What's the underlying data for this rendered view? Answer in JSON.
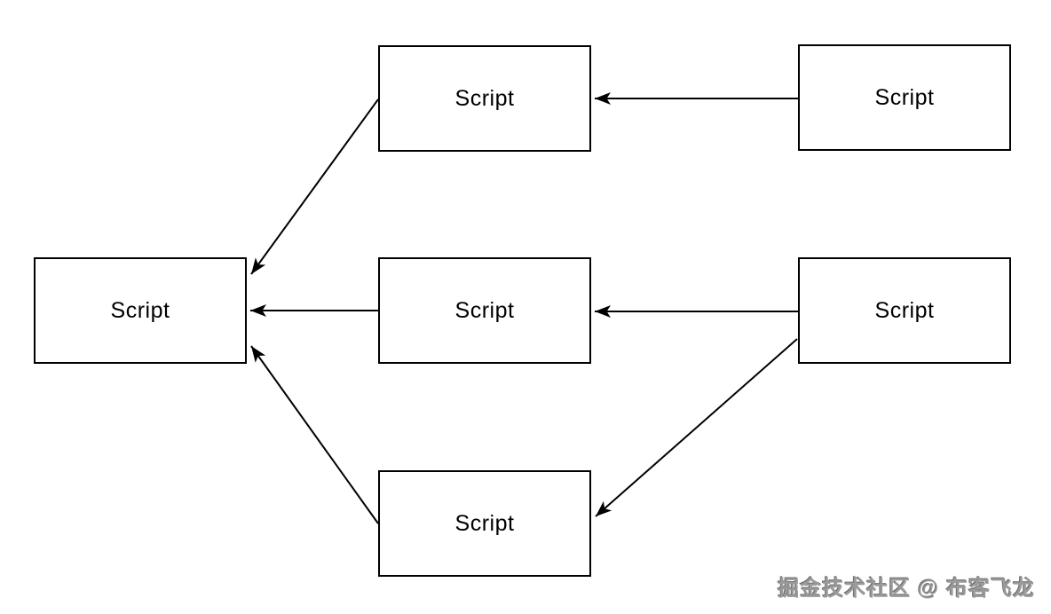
{
  "diagram": {
    "type": "flowchart",
    "background": "#ffffff",
    "colors": {
      "node_fill": "#ffffff",
      "node_border": "#000000",
      "arrow": "#000000",
      "watermark": "#9a9a9a"
    },
    "nodes": [
      {
        "id": "left",
        "label": "Script"
      },
      {
        "id": "top-middle",
        "label": "Script"
      },
      {
        "id": "top-right",
        "label": "Script"
      },
      {
        "id": "middle",
        "label": "Script"
      },
      {
        "id": "right",
        "label": "Script"
      },
      {
        "id": "bottom-middle",
        "label": "Script"
      }
    ],
    "edges": [
      {
        "from": "top-right",
        "to": "top-middle",
        "direction": "left"
      },
      {
        "from": "top-middle",
        "to": "left",
        "direction": "down-left"
      },
      {
        "from": "middle",
        "to": "left",
        "direction": "left"
      },
      {
        "from": "right",
        "to": "middle",
        "direction": "left"
      },
      {
        "from": "right",
        "to": "bottom-middle",
        "direction": "down-left"
      },
      {
        "from": "bottom-middle",
        "to": "left",
        "direction": "up-left"
      }
    ]
  },
  "watermark": {
    "text": "掘金技术社区 @ 布客飞龙"
  }
}
